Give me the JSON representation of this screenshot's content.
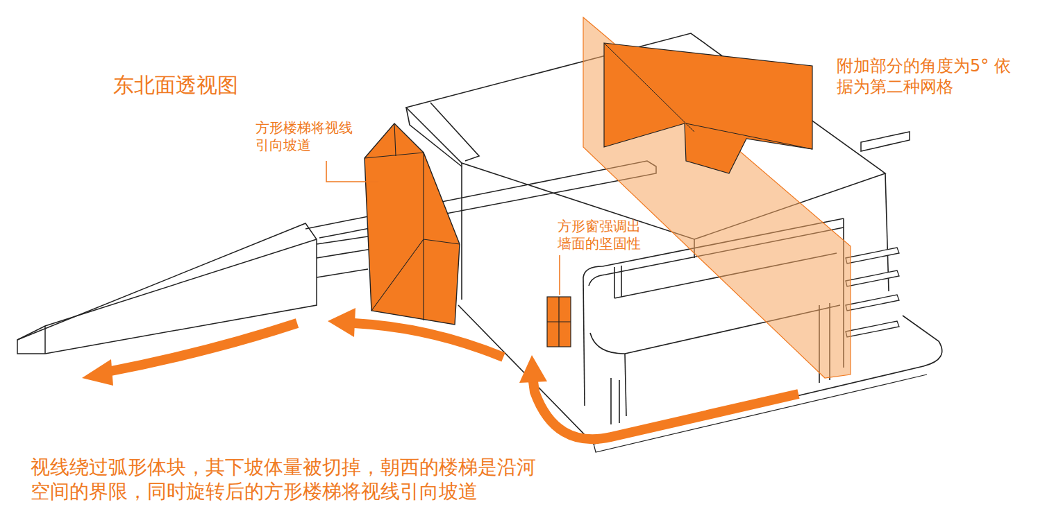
{
  "diagram": {
    "title": "东北面透视图",
    "caption": "视线绕过弧形体块，其下坡体量被切掉，朝西的楼梯是沿河空间的界限，同时旋转后的方形楼梯将视线引向坡道",
    "labels": [
      "方形楼梯将视线引向坡道",
      "附加部分的角度为5° 依据为第二种网格",
      "方形窗强调出墙面的坚固性"
    ]
  }
}
